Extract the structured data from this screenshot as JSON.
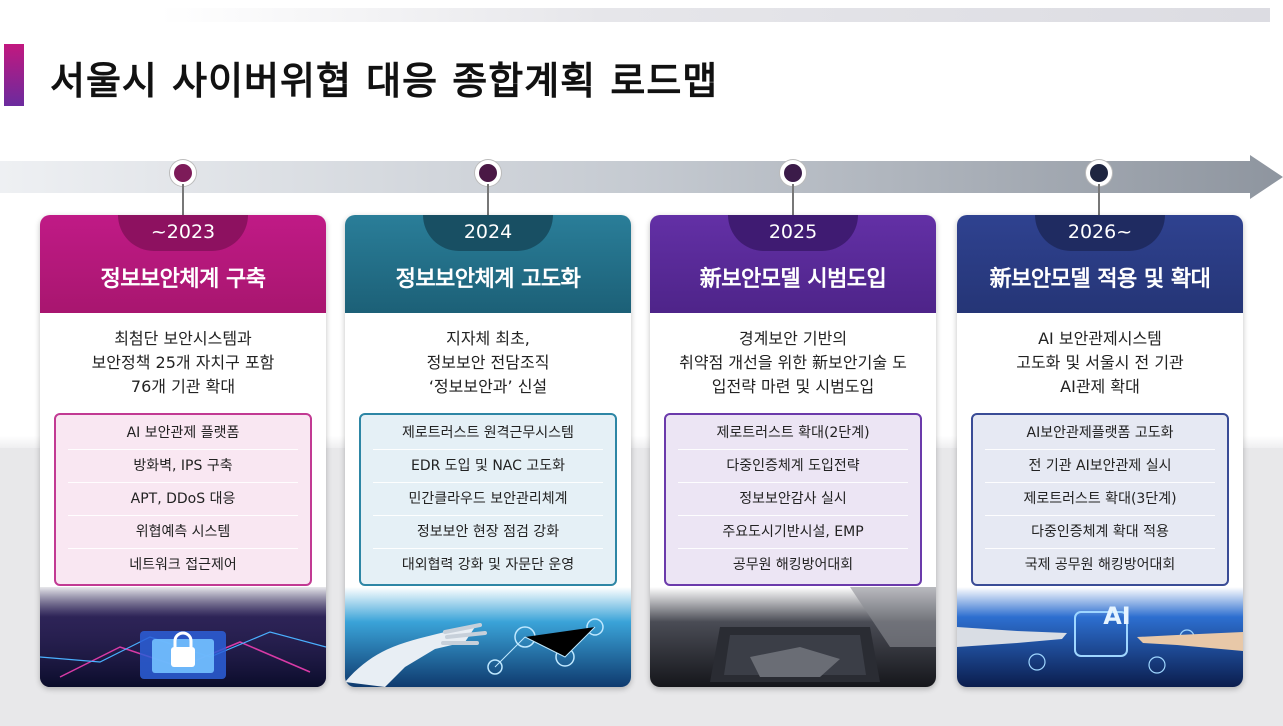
{
  "title": "서울시 사이버위협 대응 종합계획 로드맵",
  "colors": {
    "card1": "#b5177f",
    "card2": "#1f6d86",
    "card3": "#5a2c9b",
    "card4": "#2a3b80",
    "list1_bg": "#f9e7f2",
    "list2_bg": "#e5f0f6",
    "list3_bg": "#ece5f4",
    "list4_bg": "#e6e9f3"
  },
  "cards": [
    {
      "year": "~2023",
      "heading": "정보보안체계 구축",
      "description": [
        "최첨단 보안시스템과",
        "보안정책 25개 자치구 포함",
        "76개 기관 확대"
      ],
      "items": [
        "AI 보안관제 플랫폼",
        "방화벽, IPS 구축",
        "APT, DDoS 대응",
        "위협예측 시스템",
        "네트워크 접근제어"
      ],
      "illustration": "security-chip-lock-icon"
    },
    {
      "year": "2024",
      "heading": "정보보안체계 고도화",
      "description": [
        "지자체 최초,",
        "정보보안 전담조직",
        "‘정보보안과’ 신설"
      ],
      "items": [
        "제로트러스트 원격근무시스템",
        "EDR 도입 및 NAC 고도화",
        "민간클라우드 보안관리체계",
        "정보보안 현장 점검 강화",
        "대외협력 강화 및 자문단 운영"
      ],
      "illustration": "robot-hand-network-icon"
    },
    {
      "year": "2025",
      "heading": "新보안모델 시범도입",
      "description": [
        "경계보안 기반의",
        "취약점 개선을 위한 新보안기술 도",
        "입전략 마련 및 시범도입"
      ],
      "items": [
        "제로트러스트 확대(2단계)",
        "다중인증체계 도입전략",
        "정보보안감사 실시",
        "주요도시기반시설, EMP",
        "공무원 해킹방어대회"
      ],
      "illustration": "hacker-laptop-icon"
    },
    {
      "year": "2026~",
      "heading": "新보안모델 적용 및 확대",
      "description": [
        "AI 보안관제시스템",
        "고도화 및 서울시 전 기관",
        "AI관제 확대"
      ],
      "items": [
        "AI보안관제플랫폼 고도화",
        "전 기관 AI보안관제 실시",
        "제로트러스트 확대(3단계)",
        "다중인증체계 확대 적용",
        "국제 공무원 해킹방어대회"
      ],
      "illustration": "ai-hands-icon"
    }
  ]
}
